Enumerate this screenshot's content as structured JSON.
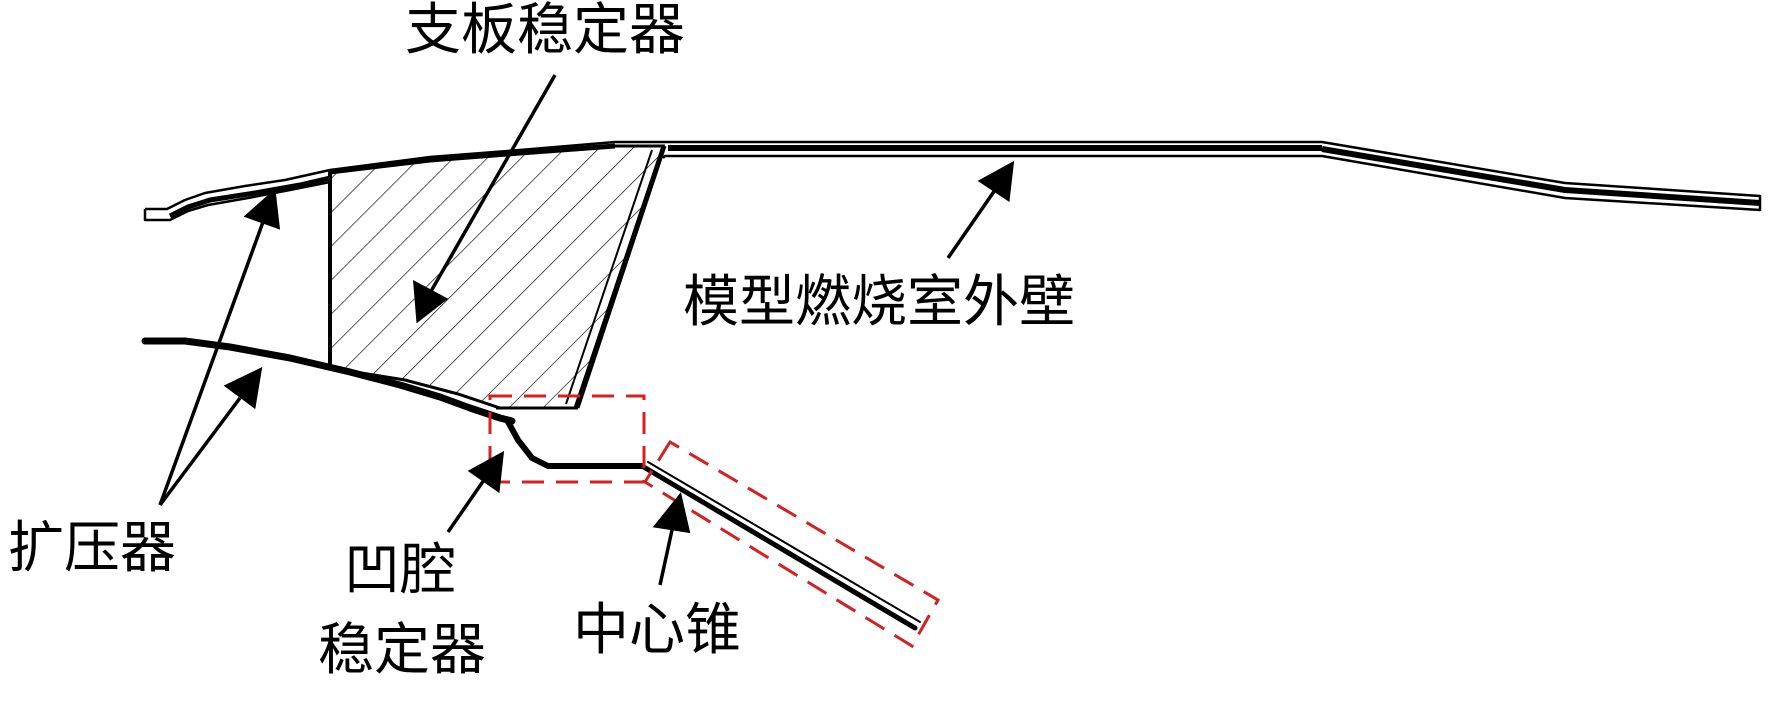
{
  "diagram": {
    "labels": {
      "strut_stabilizer": "支板稳定器",
      "outer_wall": "模型燃烧室外壁",
      "diffuser": "扩压器",
      "cavity_line1": "凹腔",
      "cavity_line2": "稳定器",
      "center_cone": "中心锥"
    },
    "colors": {
      "line": "#000000",
      "highlight": "#d42020",
      "background": "#ffffff"
    }
  }
}
